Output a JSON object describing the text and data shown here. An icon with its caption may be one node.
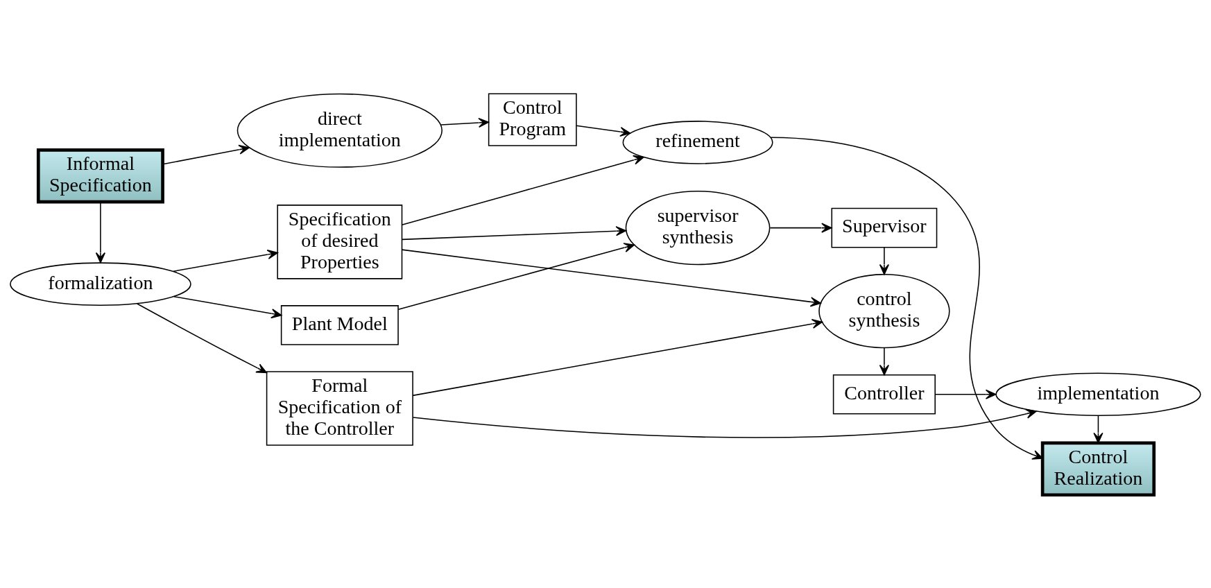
{
  "diagram": {
    "nodes": [
      {
        "text": [
          "Informal Specification"
        ]
      },
      {
        "text": [
          "direct implementation"
        ]
      },
      {
        "text": [
          "Control Program"
        ]
      },
      {
        "text": [
          "refinement"
        ]
      },
      {
        "text": [
          "Control Realization"
        ]
      },
      {
        "text": [
          "Specification of desired Properties"
        ]
      },
      {
        "text": [
          "Supervisor"
        ]
      },
      {
        "text": [
          "formalization"
        ]
      },
      {
        "text": [
          "supervisor synthesis"
        ]
      },
      {
        "text": [
          "Plant Model"
        ]
      },
      {
        "text": [
          "control synthesis"
        ]
      },
      {
        "text": [
          "Controller"
        ]
      },
      {
        "text": [
          "Formal Specification of the Controller"
        ]
      },
      {
        "text": [
          "implementation"
        ]
      }
    ],
    "edges": [
      {
        "from": 0,
        "to": 1,
        "arrow": "to"
      },
      {
        "from": 1,
        "to": 2,
        "arrow": "to"
      },
      {
        "from": 2,
        "to": 3,
        "arrow": "to"
      },
      {
        "from": 3,
        "to": 4,
        "arrow": "to"
      },
      {
        "from": 0,
        "to": 7,
        "arrow": "to"
      },
      {
        "from": 5,
        "to": 3,
        "arrow": "to"
      },
      {
        "from": 7,
        "to": 5,
        "arrow": "to"
      },
      {
        "from": 5,
        "to": 8,
        "arrow": "to"
      },
      {
        "from": 8,
        "to": 6,
        "arrow": "to"
      },
      {
        "from": 6,
        "to": 10,
        "arrow": "to"
      },
      {
        "from": 9,
        "to": 8,
        "arrow": "to"
      },
      {
        "from": 5,
        "to": 10,
        "arrow": "to"
      },
      {
        "from": 7,
        "to": 9,
        "arrow": "to"
      },
      {
        "from": 7,
        "to": 12,
        "arrow": "to"
      },
      {
        "from": 12,
        "to": 10,
        "arrow": "to"
      },
      {
        "from": 10,
        "to": 11,
        "arrow": "to"
      },
      {
        "from": 11,
        "to": 13,
        "arrow": "to"
      },
      {
        "from": 12,
        "to": 13,
        "arrow": "to"
      },
      {
        "from": 13,
        "to": 4,
        "arrow": "to"
      }
    ]
  }
}
